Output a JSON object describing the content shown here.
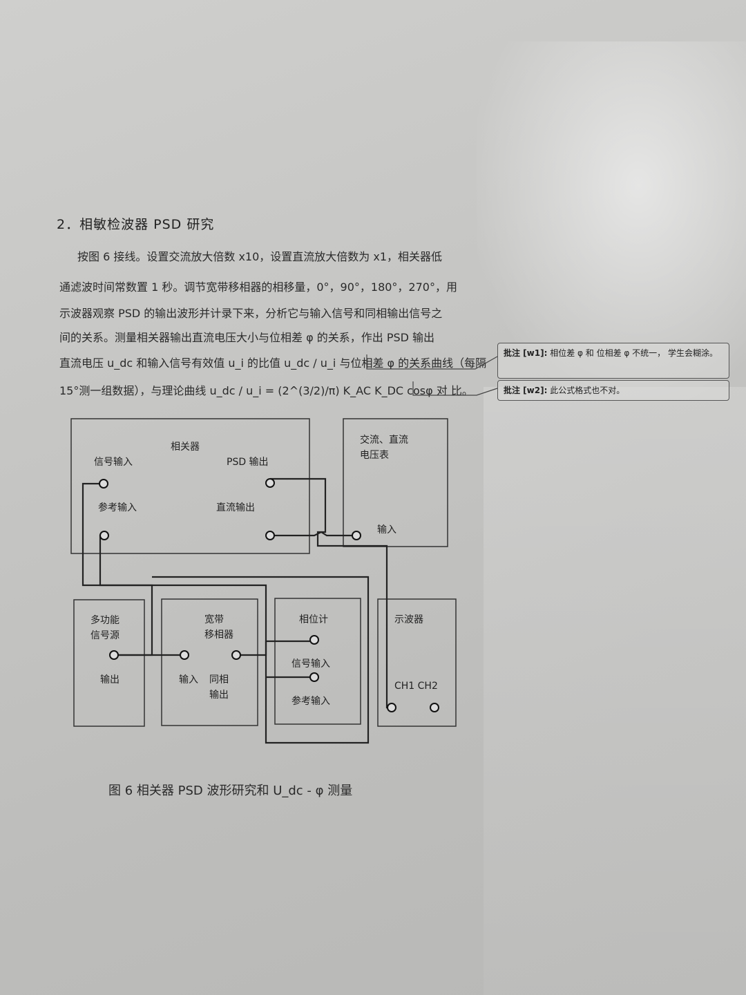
{
  "section": {
    "heading": "2．相敏检波器 PSD 研究"
  },
  "paragraph": {
    "lines": [
      "按图 6 接线。设置交流放大倍数 x10，设置直流放大倍数为 x1，相关器低",
      "通滤波时间常数置 1 秒。调节宽带移相器的相移量，0°，90°，180°，270°，用",
      "示波器观察 PSD 的输出波形并计录下来，分析它与输入信号和同相输出信号之",
      "间的关系。测量相关器输出直流电压大小与位相差 φ 的关系，作出 PSD 输出",
      "直流电压 u_dc 和输入信号有效值 u_i 的比值 u_dc / u_i 与位相差 φ 的关系曲线（每隔",
      "15°测一组数据），与理论曲线 u_dc / u_i = (2^(3/2)/π) K_AC K_DC cosφ 对 比。"
    ]
  },
  "comments": [
    {
      "tag": "批注 [w1]:",
      "text": "相位差 φ 和 位相差 φ 不统一，  学生会糊涂。"
    },
    {
      "tag": "批注 [w2]:",
      "text": "此公式格式也不对。"
    }
  ],
  "diagram": {
    "correlator": {
      "title": "相关器",
      "signal_in": "信号输入",
      "psd_out": "PSD 输出",
      "ref_in": "参考输入",
      "dc_out": "直流输出"
    },
    "meter": {
      "title_line1": "交流、直流",
      "title_line2": "电压表",
      "input": "输入"
    },
    "generator": {
      "title_line1": "多功能",
      "title_line2": "信号源",
      "output": "输出"
    },
    "phase_shifter": {
      "title_line1": "宽带",
      "title_line2": "移相器",
      "input": "输入",
      "inphase_line1": "同相",
      "inphase_line2": "输出"
    },
    "phase_meter": {
      "title": "相位计",
      "signal_in": "信号输入",
      "ref_in": "参考输入"
    },
    "oscilloscope": {
      "title": "示波器",
      "channels": "CH1 CH2"
    }
  },
  "figure": {
    "caption": "图 6   相关器 PSD 波形研究和 U_dc - φ 测量"
  }
}
